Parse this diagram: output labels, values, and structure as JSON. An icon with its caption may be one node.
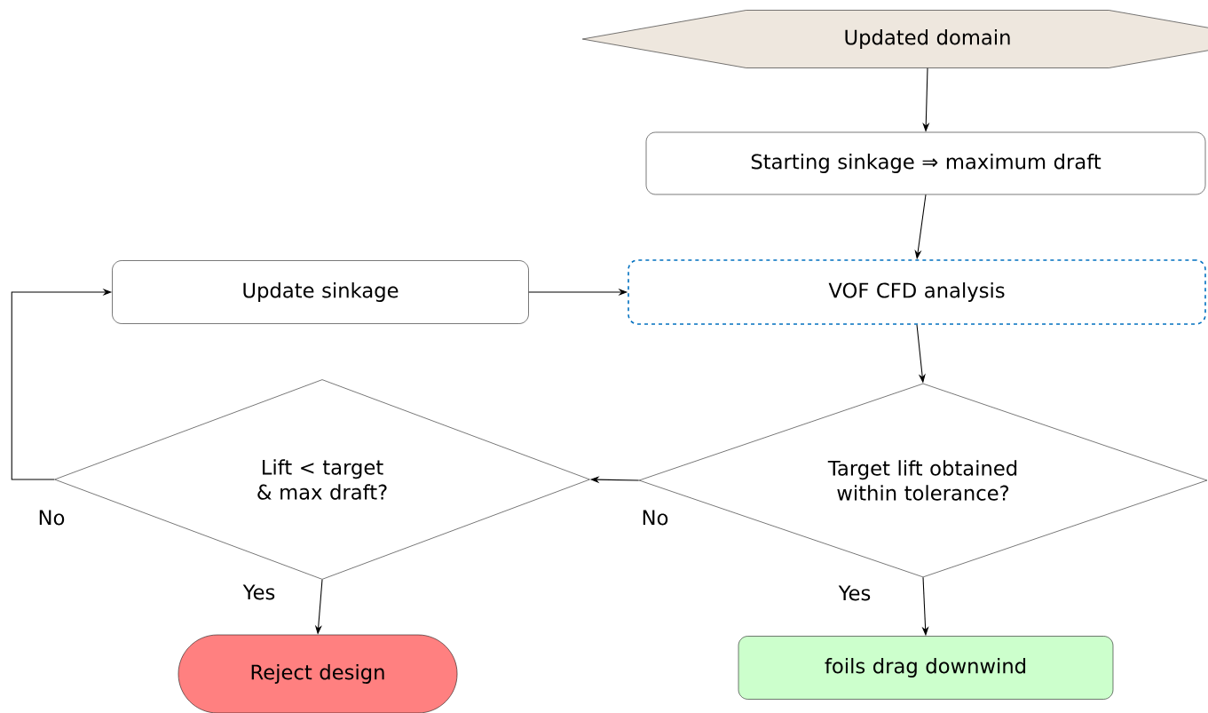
{
  "diagram": {
    "nodes": [
      {
        "text": [
          "Updated domain"
        ]
      },
      {
        "text": [
          "Starting sinkage ⇒ maximum draft"
        ]
      },
      {
        "text": [
          "Update sinkage"
        ]
      },
      {
        "text": [
          "VOF CFD analysis"
        ]
      },
      {
        "text": [
          "Lift < target & max draft?"
        ]
      },
      {
        "text": [
          "Target lift obtained within tolerance?"
        ]
      },
      {
        "text": [
          "Reject design"
        ]
      },
      {
        "text": [
          "foils drag downwind"
        ]
      }
    ],
    "edges": [
      {
        "from": 0,
        "to": 1,
        "arrow": "to"
      },
      {
        "from": 1,
        "to": 3,
        "arrow": "to"
      },
      {
        "from": 2,
        "to": 3,
        "arrow": "to"
      },
      {
        "from": 3,
        "to": 5,
        "arrow": "to"
      },
      {
        "from": 5,
        "to": 4,
        "arrow": "to",
        "label": "No"
      },
      {
        "from": 5,
        "to": 7,
        "arrow": "to",
        "label": "Yes"
      },
      {
        "from": 4,
        "to": 2,
        "arrow": "to",
        "label": "No"
      },
      {
        "from": 4,
        "to": 6,
        "arrow": "to",
        "label": "Yes"
      }
    ]
  }
}
